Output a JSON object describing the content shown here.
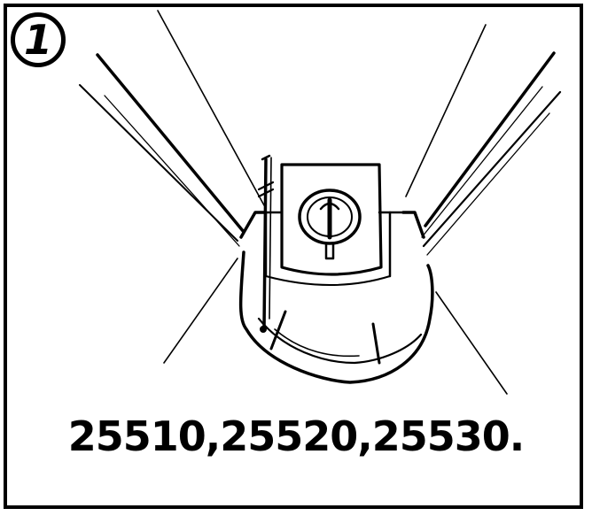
{
  "step": {
    "number": "1"
  },
  "caption": {
    "text": "25510,25520,25530."
  },
  "colors": {
    "ink": "#000000",
    "paper": "#ffffff"
  },
  "icons": [
    "circled-step-number",
    "lock-cylinder-symbol"
  ]
}
